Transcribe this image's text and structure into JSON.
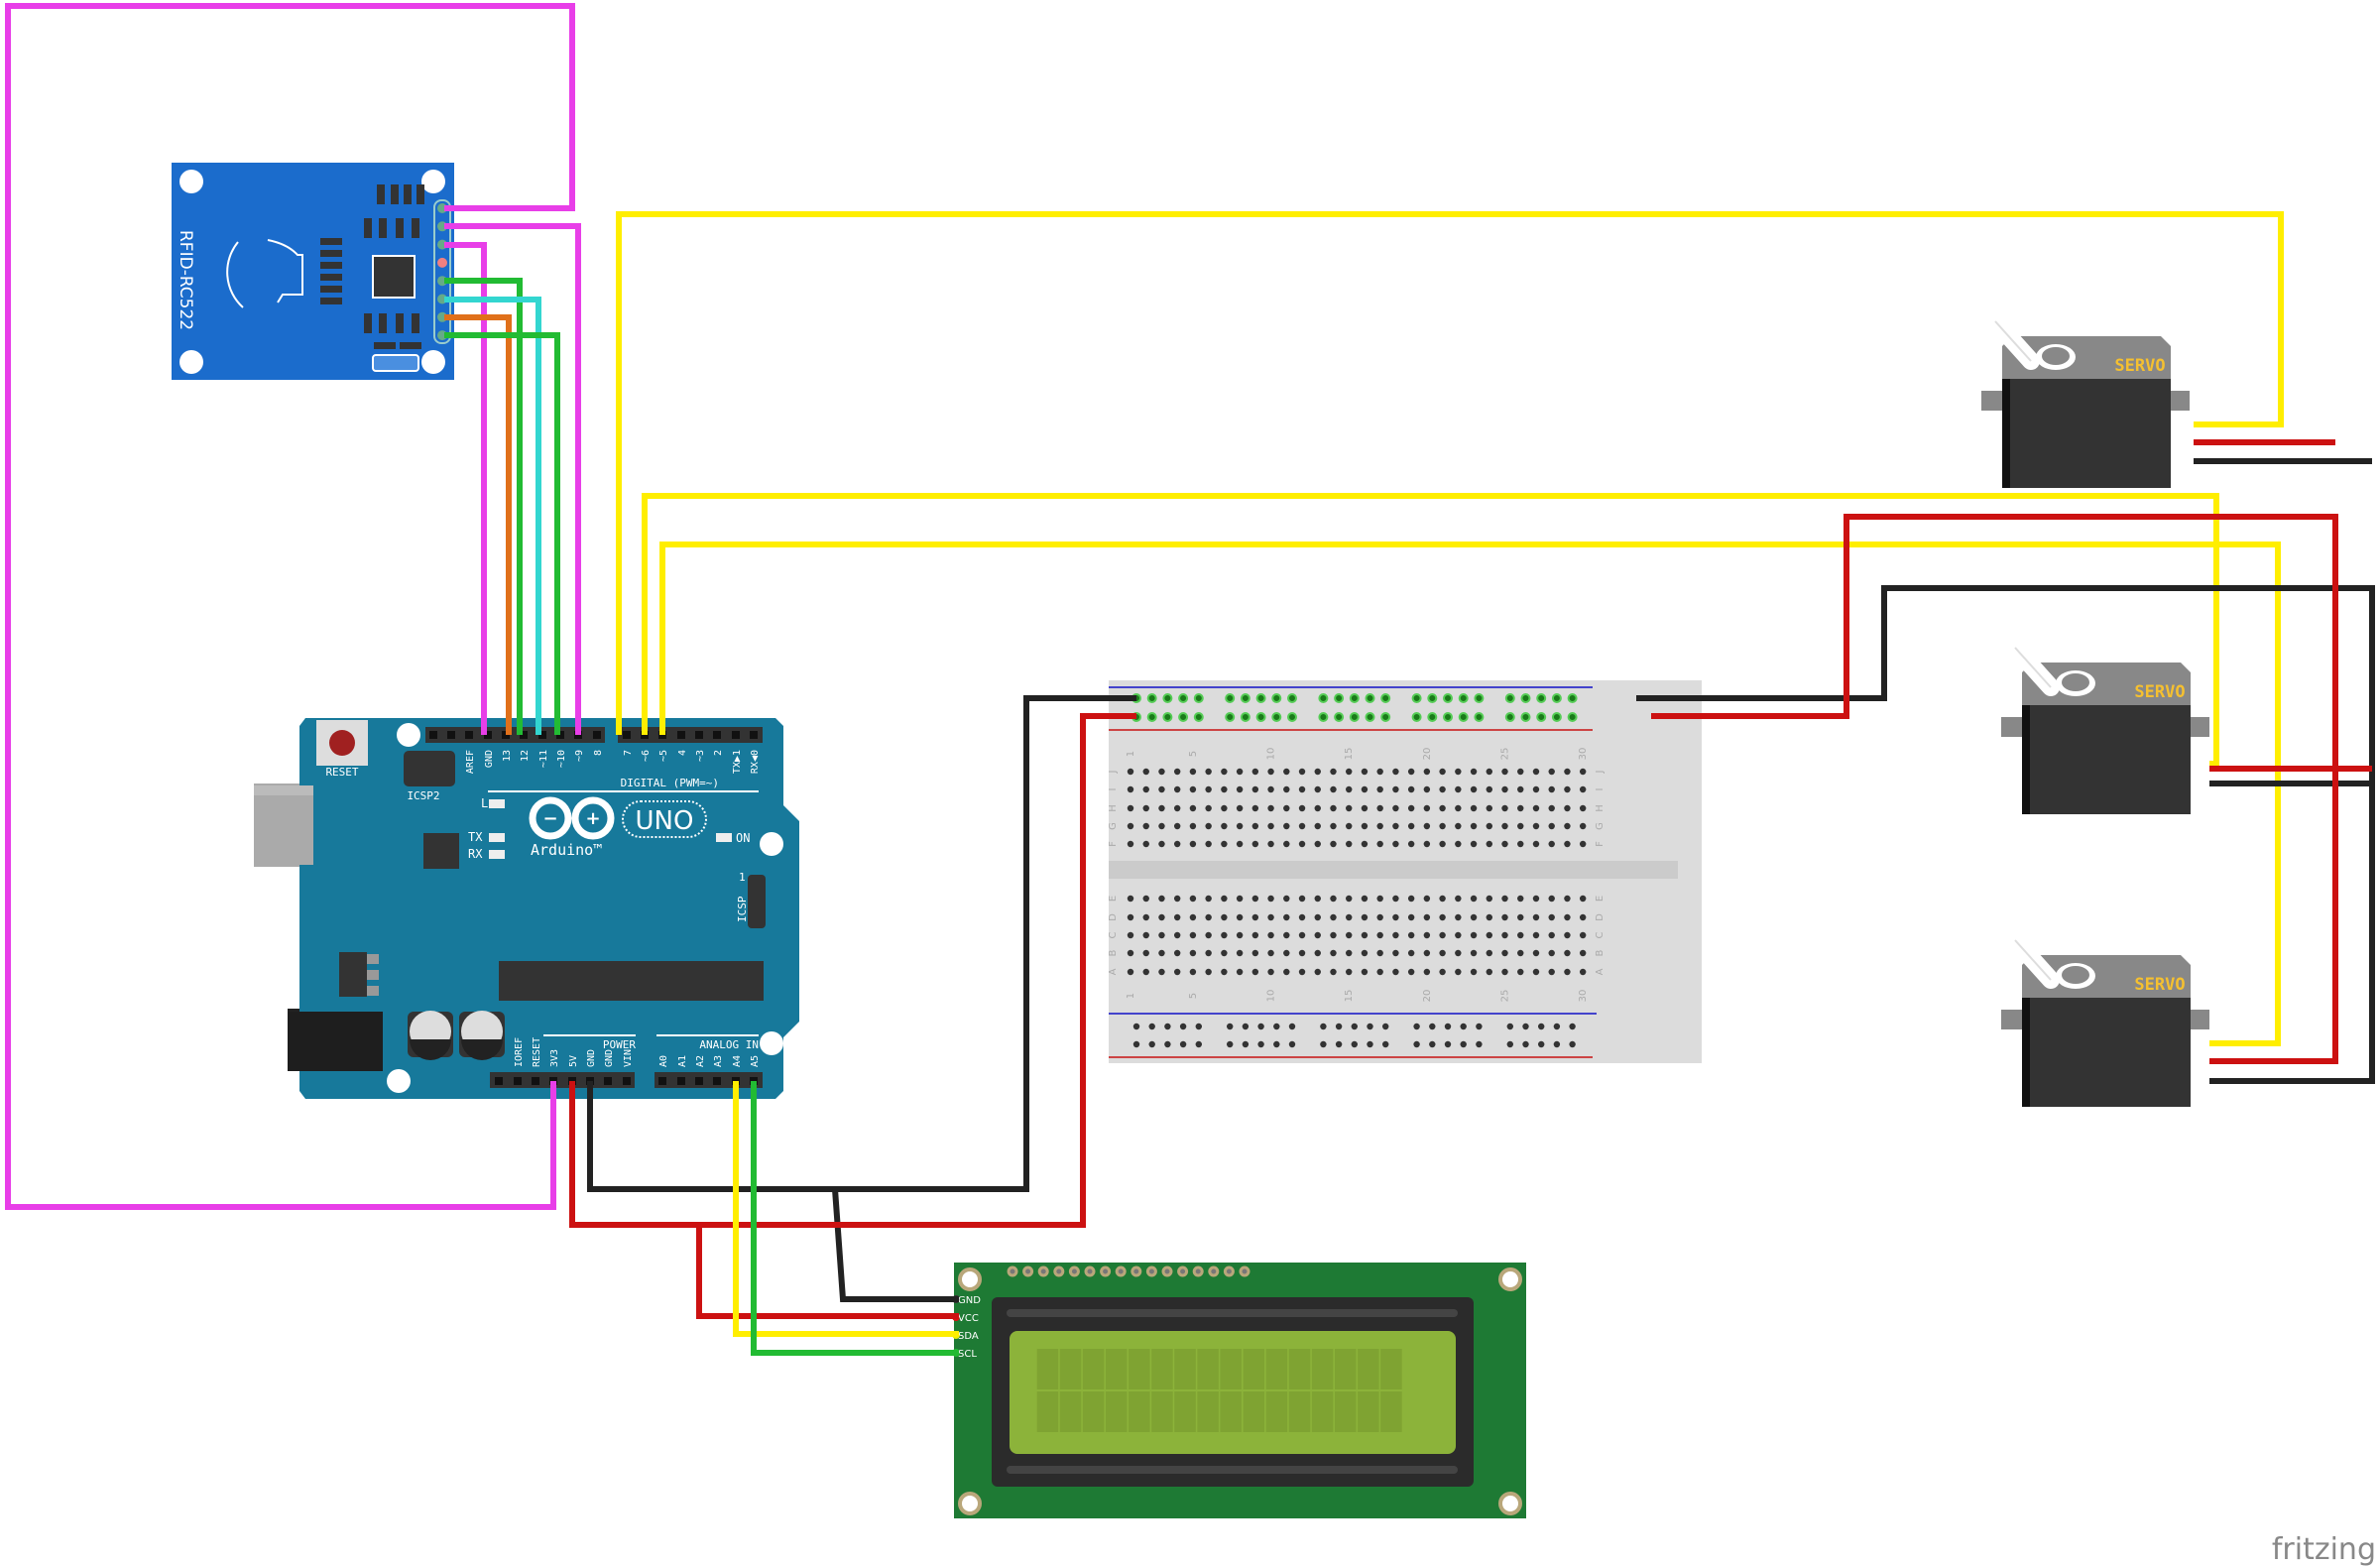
{
  "rfid": {
    "label": "RFID-RC522",
    "color": "#1b6ccc"
  },
  "arduino": {
    "color": "#17799b",
    "reset_label": "RESET",
    "icsp2_label": "ICSP2",
    "icsp_label": "ICSP",
    "icsp_pin1": "1",
    "digital_label": "DIGITAL (PWM=~)",
    "led_l": "L",
    "led_tx": "TX",
    "led_rx": "RX",
    "led_on": "ON",
    "logo_text": "Arduino™",
    "model": "UNO",
    "power_label": "POWER",
    "analog_label": "ANALOG IN",
    "header_top_left": [
      "",
      "",
      "AREF",
      "GND",
      "13",
      "12",
      "~11",
      "~10",
      "~9",
      "8"
    ],
    "header_top_right": [
      "7",
      "~6",
      "~5",
      "4",
      "~3",
      "2",
      "TX▶1",
      "RX◀0"
    ],
    "header_power": [
      "",
      "IOREF",
      "RESET",
      "3V3",
      "5V",
      "GND",
      "GND",
      "VIN"
    ],
    "header_analog": [
      "A0",
      "A1",
      "A2",
      "A3",
      "A4",
      "A5"
    ]
  },
  "breadboard": {
    "rows_top": [
      "J",
      "I",
      "H",
      "G",
      "F"
    ],
    "rows_bottom": [
      "E",
      "D",
      "C",
      "B",
      "A"
    ],
    "column_labels": [
      "1",
      "5",
      "10",
      "15",
      "20",
      "25",
      "30"
    ]
  },
  "lcd": {
    "pins": [
      "GND",
      "VCC",
      "SDA",
      "SCL"
    ],
    "screen_color": "#8cb33a",
    "board_color": "#1e7a34"
  },
  "servos": [
    {
      "label": "SERVO"
    },
    {
      "label": "SERVO"
    },
    {
      "label": "SERVO"
    }
  ],
  "watermark": "fritzing",
  "wire_colors": {
    "pink": "#e83ee8",
    "yellow": "#ffee00",
    "red": "#cc1111",
    "black": "#222222",
    "green": "#22bb33",
    "cyan": "#33d6d0",
    "orange": "#e0701a"
  }
}
